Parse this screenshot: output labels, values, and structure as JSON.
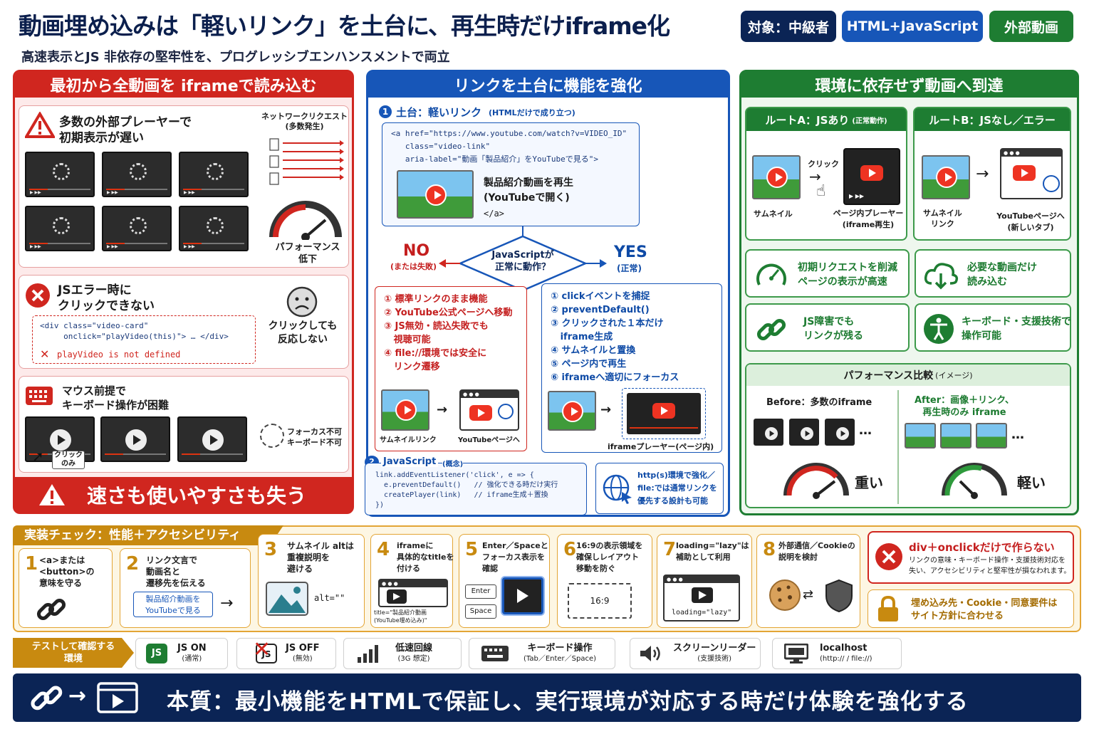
{
  "header": {
    "title": "動画埋め込みは「軽いリンク」を土台に、再生時だけiframe化",
    "subtitle": "高速表示とJS 非依存の堅牢性を、プログレッシブエンハンスメントで両立",
    "tags": [
      "対象：中級者",
      "HTML+JavaScript",
      "外部動画"
    ],
    "colors": {
      "red": "#d0261f",
      "blue": "#1756b8",
      "green": "#1e7d32",
      "navy": "#0b2455"
    }
  },
  "left": {
    "title": "最初から全動画を iframeで読み込む",
    "p1": {
      "heading": "多数の外部プレーヤーで\n初期表示が遅い",
      "net_label": "ネットワークリクエスト\n(多数発生)",
      "gauge_label": "パフォーマンス\n低下",
      "icon": "warning-icon"
    },
    "p2": {
      "heading": "JSエラー時に\nクリックできない",
      "code": "<div class=\"video-card\"\n     onclick=\"playVideo(this)\"> … </div>",
      "error": "playVideo is not defined",
      "note": "クリックしても\n反応しない",
      "icon": "sad-face-icon"
    },
    "p3": {
      "heading": "マウス前提で\nキーボード操作が困難",
      "click_label": "クリック\nのみ",
      "focus_label": "フォーカス不可\nキーボード不可",
      "icon": "keyboard-icon"
    },
    "banner": "速さも使いやすさも失う"
  },
  "middle": {
    "title": "リンクを土台に機能を強化",
    "step1_title": "土台：軽いリンク",
    "step1_note": "(HTMLだけで成り立つ)",
    "code1": "<a href=\"https://www.youtube.com/watch?v=VIDEO_ID\"\n   class=\"video-link\"\n   aria-label=\"動画「製品紹介」をYouTubeで見る\">",
    "link_text": "製品紹介動画を再生\n(YouTubeで開く)",
    "close_tag": "</a>",
    "decision": "JavaScriptが\n正常に動作？",
    "no": "NO",
    "no_sub": "(または失敗)",
    "yes": "YES",
    "yes_sub": "(正常)",
    "no_items": [
      "① 標準リンクのまま機能",
      "② YouTube公式ページへ移動",
      "③ JS無効・読込失敗でも\n   視聴可能",
      "④ file://環境では安全に\n   リンク遷移"
    ],
    "no_thumb": "サムネイルリンク",
    "no_page": "YouTubeページへ",
    "yes_items": [
      "① clickイベントを捕捉",
      "② preventDefault()",
      "③ クリックされた１本だけ\n   iframe生成",
      "④ サムネイルと置換",
      "⑤ ページ内で再生",
      "⑥ iframeへ適切にフォーカス"
    ],
    "yes_player": "iframeプレーヤー(ページ内)",
    "step2_title": "JavaScript",
    "step2_note": "(概念)",
    "code2": "link.addEventListener('click', e => {\n  e.preventDefault()   // 強化できる時だけ実行\n  createPlayer(link)   // iframe生成＋置換\n})",
    "globe_text": "http(s)環境で強化／\nfile:では通常リンクを\n優先する設計も可能"
  },
  "right": {
    "title": "環境に依存せず動画へ到達",
    "routeA": "ルートA：JSあり",
    "routeA_note": "(正常動作)",
    "routeB": "ルートB：JSなし／エラー",
    "a_thumb": "サムネイル",
    "a_click": "クリック",
    "a_player": "ページ内プレーヤー\n(iframe再生)",
    "b_thumb": "サムネイル\nリンク",
    "b_page": "YouTubeページへ\n(新しいタブ)",
    "benefits": [
      "初期リクエストを削減\nページの表示が高速",
      "必要な動画だけ\n読み込む",
      "JS障害でも\nリンクが残る",
      "キーボード・支援技術で\n操作可能"
    ],
    "perf_title": "パフォーマンス比較",
    "perf_note": "(イメージ)",
    "before": "Before：多数のiframe",
    "after": "After：画像＋リンク、\n再生時のみ iframe",
    "heavy": "重い",
    "light": "軽い"
  },
  "checks": {
    "title": "実装チェック：性能＋アクセシビリティ",
    "items": [
      {
        "n": "1",
        "text": "<a>または\n<button>の\n意味を守る"
      },
      {
        "n": "2",
        "text": "リンク文言で\n動画名と\n遷移先を伝える",
        "chip": "製品紹介動画を\nYouTubeで見る"
      },
      {
        "n": "3",
        "text": "サムネイル altは\n重複説明を\n避ける",
        "alt": "alt=\"\""
      },
      {
        "n": "4",
        "text": "iframeに\n具体的なtitleを\n付ける",
        "cap": "title=\"製品紹介動画\n(YouTube埋め込み)\""
      },
      {
        "n": "5",
        "text": "Enter／Spaceと\nフォーカス表示を\n確認",
        "k1": "Enter",
        "k2": "Space"
      },
      {
        "n": "6",
        "text": "16:9の表示領域を\n確保しレイアウト\n移動を防ぐ",
        "ratio": "16:9"
      },
      {
        "n": "7",
        "text": "loading=\"lazy\"は\n補助として利用",
        "cap": "loading=\"lazy\""
      },
      {
        "n": "8",
        "text": "外部通信／Cookieの\n説明を検討"
      }
    ],
    "warn_title": "div＋onclickだけで作らない",
    "warn_text": "リンクの意味・キーボード操作・支援技術対応を\n失い、アクセシビリティと堅牢性が損なわれます。",
    "lock_text": "埋め込み先・Cookie・同意要件は\nサイト方針に合わせる"
  },
  "tests": {
    "label": "テストして確認する\n環境",
    "items": [
      {
        "name": "JS ON",
        "sub": "(通常)",
        "icon": "js-icon"
      },
      {
        "name": "JS OFF",
        "sub": "(無効)",
        "icon": "js-off-icon"
      },
      {
        "name": "低速回線",
        "sub": "(3G 想定)",
        "icon": "signal-icon"
      },
      {
        "name": "キーボード操作",
        "sub": "(Tab／Enter／Space)",
        "icon": "keyboard-icon"
      },
      {
        "name": "スクリーンリーダー",
        "sub": "(支援技術)",
        "icon": "speaker-icon"
      },
      {
        "name": "localhost",
        "sub": "(http:// / file://)",
        "icon": "monitor-icon"
      }
    ]
  },
  "footer": "本質：最小機能をHTMLで保証し、実行環境が対応する時だけ体験を強化する"
}
